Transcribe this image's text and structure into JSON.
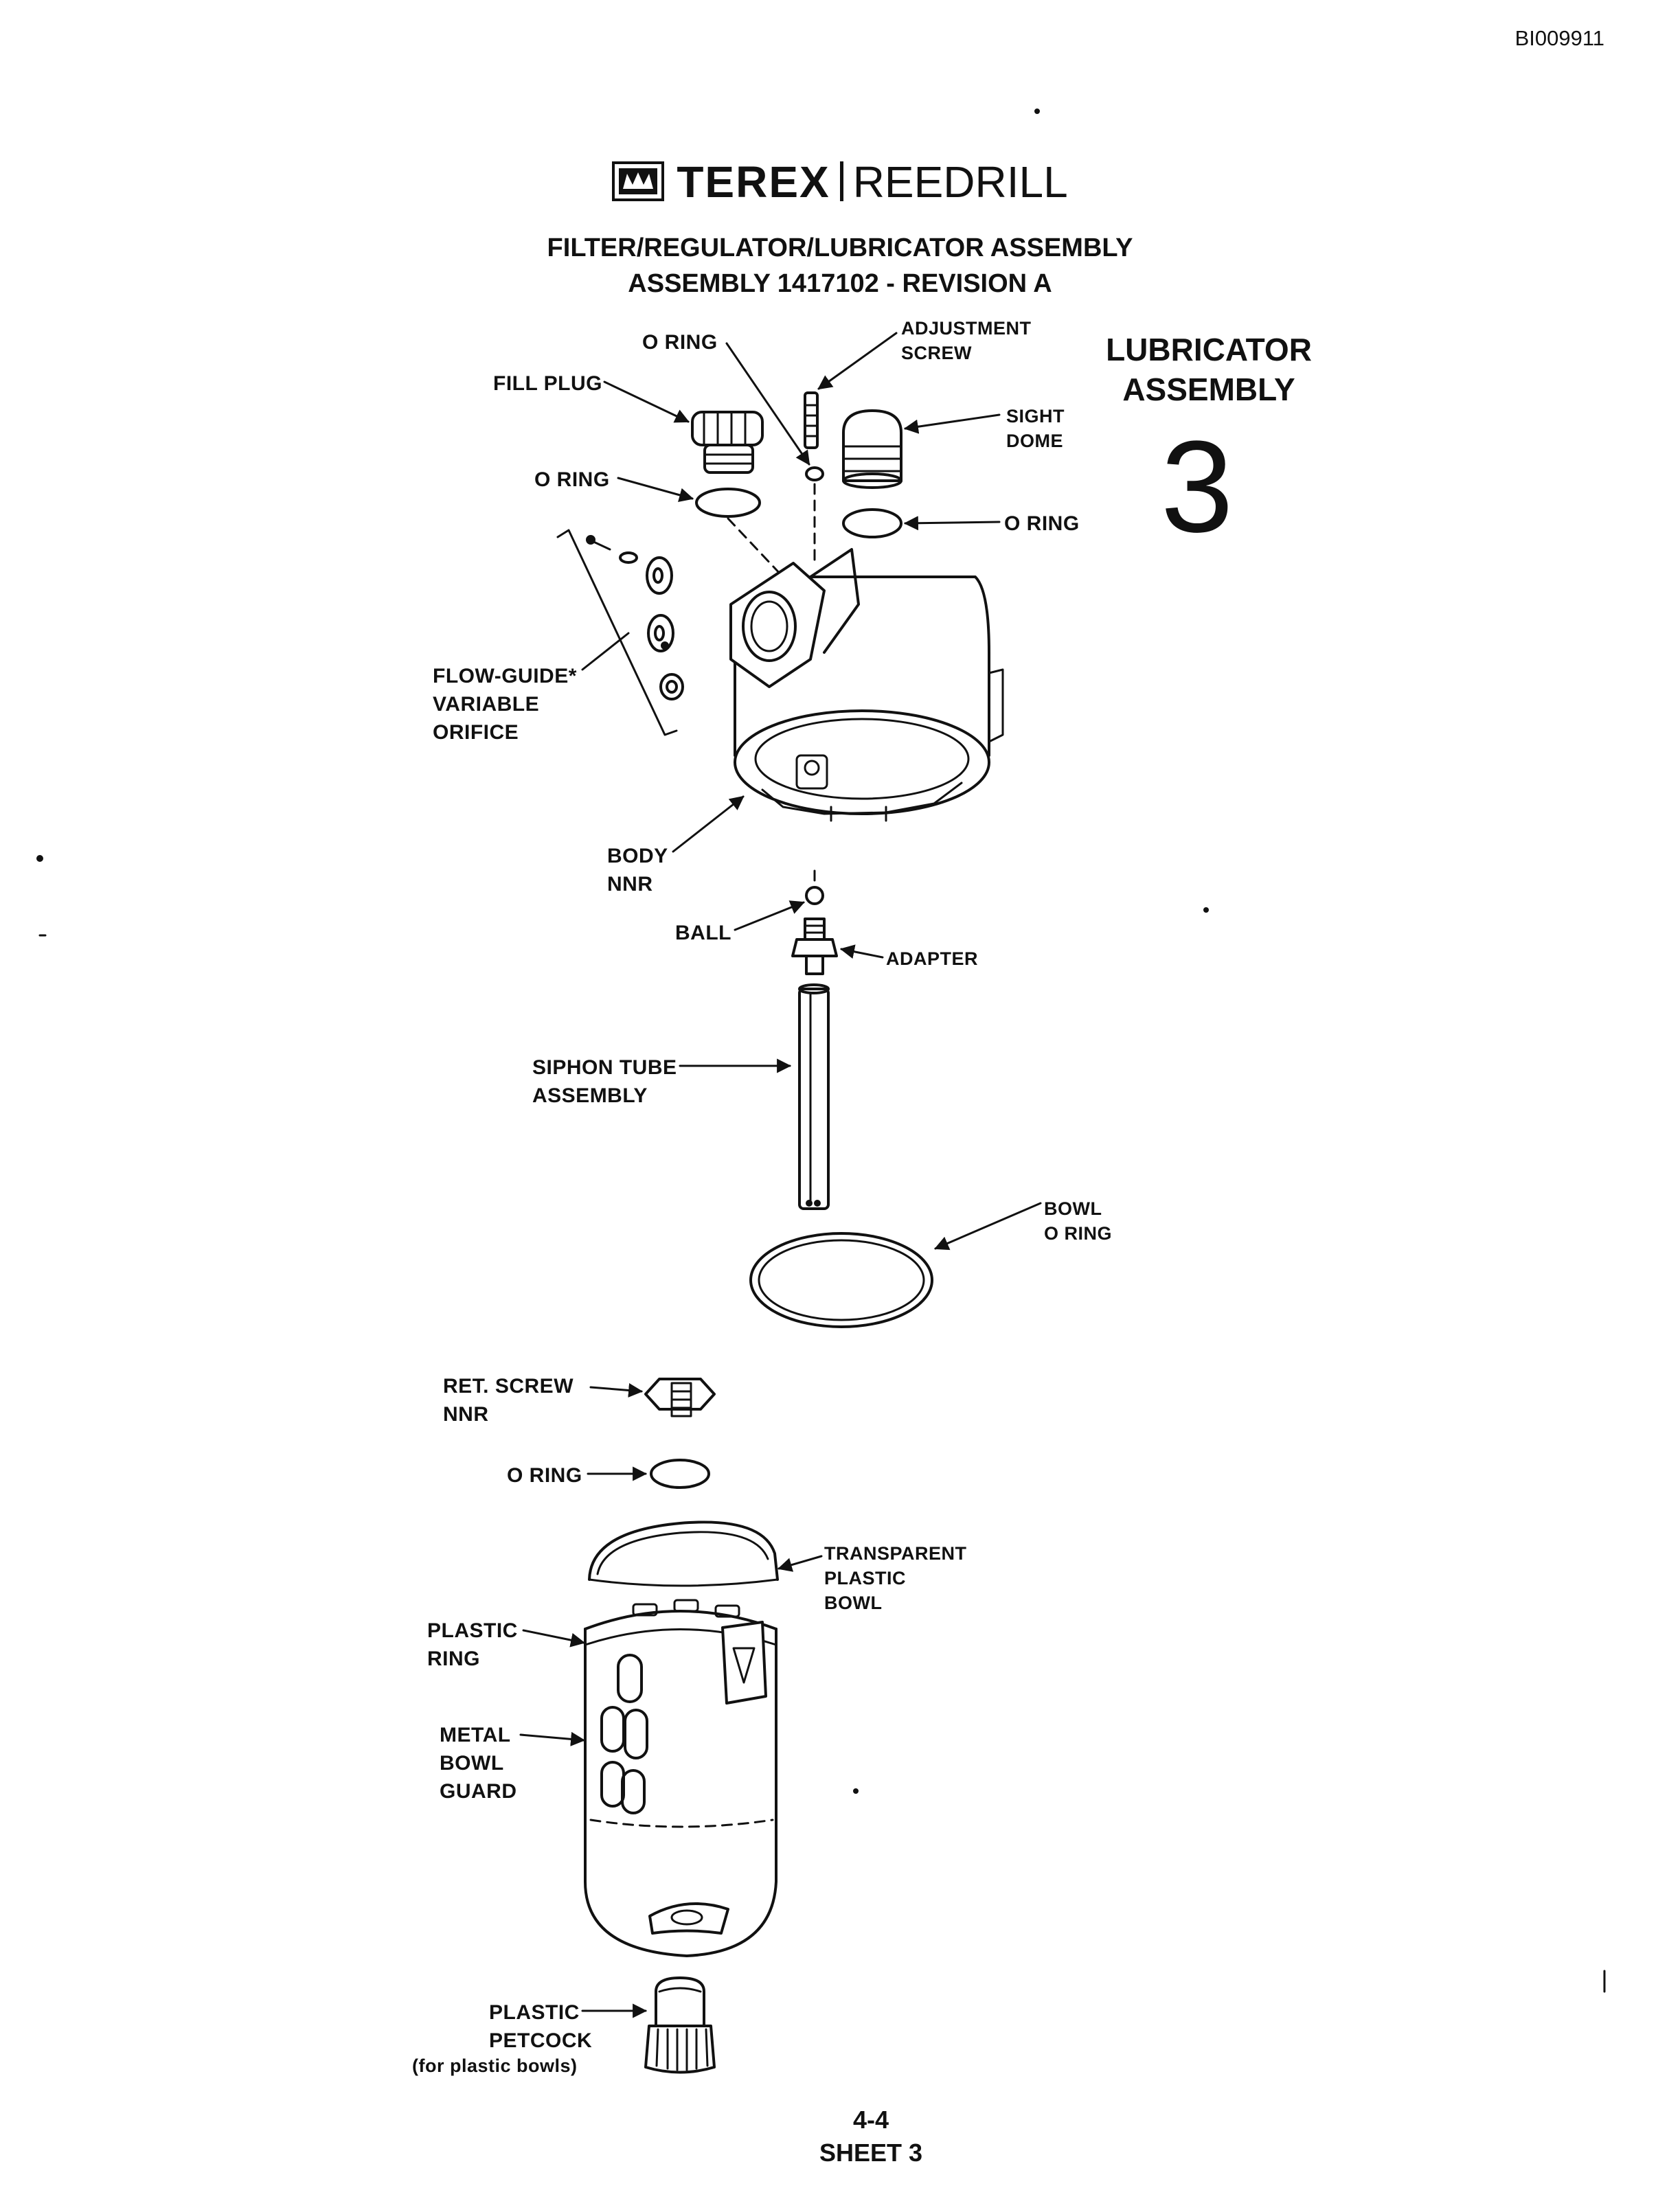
{
  "document_id": "BI009911",
  "brand": {
    "name_bold": "TEREX",
    "name_light": "REEDRILL"
  },
  "title_line1": "FILTER/REGULATOR/LUBRICATOR ASSEMBLY",
  "title_line2": "ASSEMBLY 1417102 - REVISION A",
  "assembly_label": "LUBRICATOR\nASSEMBLY",
  "assembly_number": "3",
  "callouts": {
    "o_ring_top": "O RING",
    "adjustment_screw": "ADJUSTMENT\nSCREW",
    "fill_plug": "FILL PLUG",
    "sight_dome": "SIGHT\nDOME",
    "o_ring_left": "O RING",
    "o_ring_right": "O RING",
    "flow_guide": "FLOW-GUIDE*\nVARIABLE\nORIFICE",
    "body": "BODY\nNNR",
    "ball": "BALL",
    "adapter": "ADAPTER",
    "siphon_tube": "SIPHON TUBE\nASSEMBLY",
    "bowl_o_ring": "BOWL\nO RING",
    "ret_screw": "RET. SCREW\nNNR",
    "o_ring_lower": "O RING",
    "transparent_bowl": "TRANSPARENT\nPLASTIC\nBOWL",
    "plastic_ring": "PLASTIC\nRING",
    "metal_bowl_guard": "METAL\nBOWL\nGUARD",
    "petcock": "PLASTIC\nPETCOCK",
    "petcock_note": "(for plastic bowls)"
  },
  "footer": {
    "page": "4-4",
    "sheet": "SHEET 3"
  }
}
